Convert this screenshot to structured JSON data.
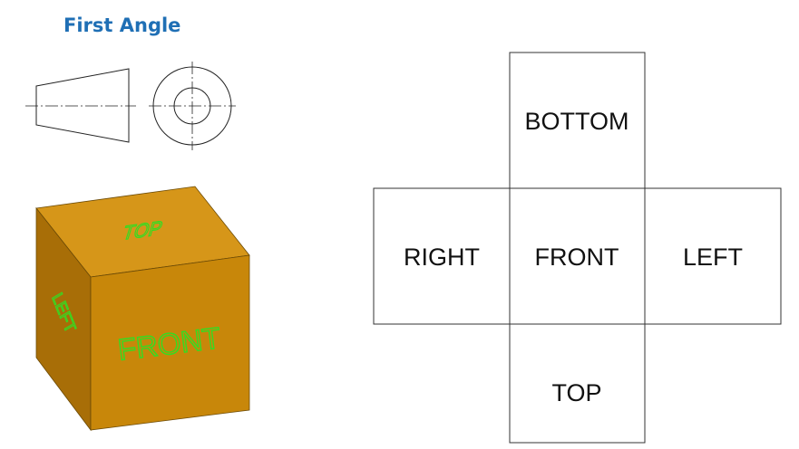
{
  "title": "First Angle",
  "cube": {
    "top_face_label": "TOP",
    "front_face_label": "FRONT",
    "side_face_label": "LEFT",
    "face_color": "#c8870a",
    "side_color": "#a86e07",
    "top_color": "#d69619",
    "label_color": "#33dd22"
  },
  "net": {
    "bottom": "BOTTOM",
    "right": "RIGHT",
    "front": "FRONT",
    "left": "LEFT",
    "top": "TOP"
  }
}
